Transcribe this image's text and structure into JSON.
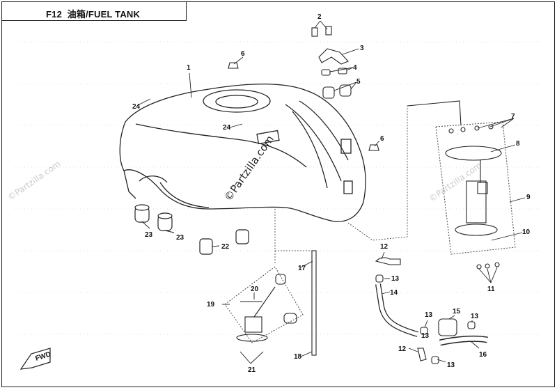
{
  "header": {
    "code": "F12",
    "title": "油箱/FUEL TANK"
  },
  "watermark": {
    "text": "©Partzilla.com"
  },
  "callouts": [
    "1",
    "2",
    "3",
    "4",
    "5",
    "6",
    "6",
    "7",
    "8",
    "9",
    "10",
    "11",
    "12",
    "12",
    "13",
    "13",
    "13",
    "13",
    "13",
    "14",
    "15",
    "16",
    "17",
    "18",
    "19",
    "20",
    "21",
    "22",
    "23",
    "23",
    "24",
    "24"
  ],
  "fwd_label": "FWD"
}
